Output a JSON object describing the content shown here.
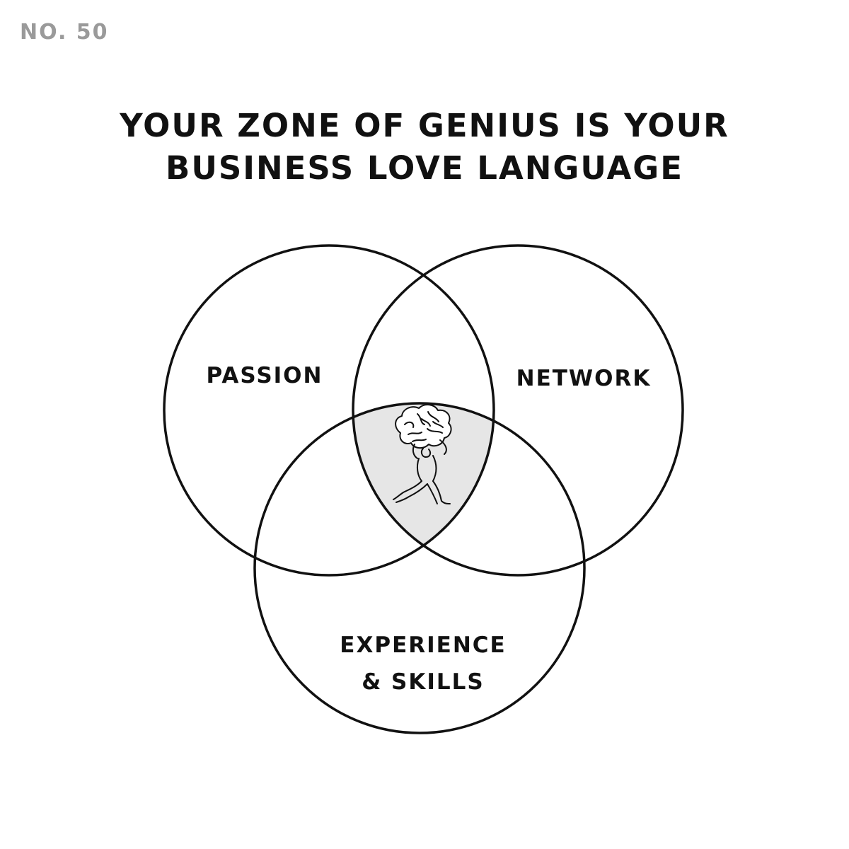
{
  "issue_number": "NO. 50",
  "title": {
    "line1": "YOUR ZONE OF GENIUS IS YOUR",
    "line2": "BUSINESS LOVE LANGUAGE"
  },
  "circles": {
    "passion": "PASSION",
    "network": "NETWORK",
    "experience_line1": "EXPERIENCE",
    "experience_line2": "& SKILLS"
  },
  "center_icon": "atlas-carrying-brain-icon",
  "colors": {
    "background": "#ffffff",
    "stroke": "#111111",
    "intersection_fill": "#e6e6e6",
    "issue_text": "#9a9a9a"
  }
}
